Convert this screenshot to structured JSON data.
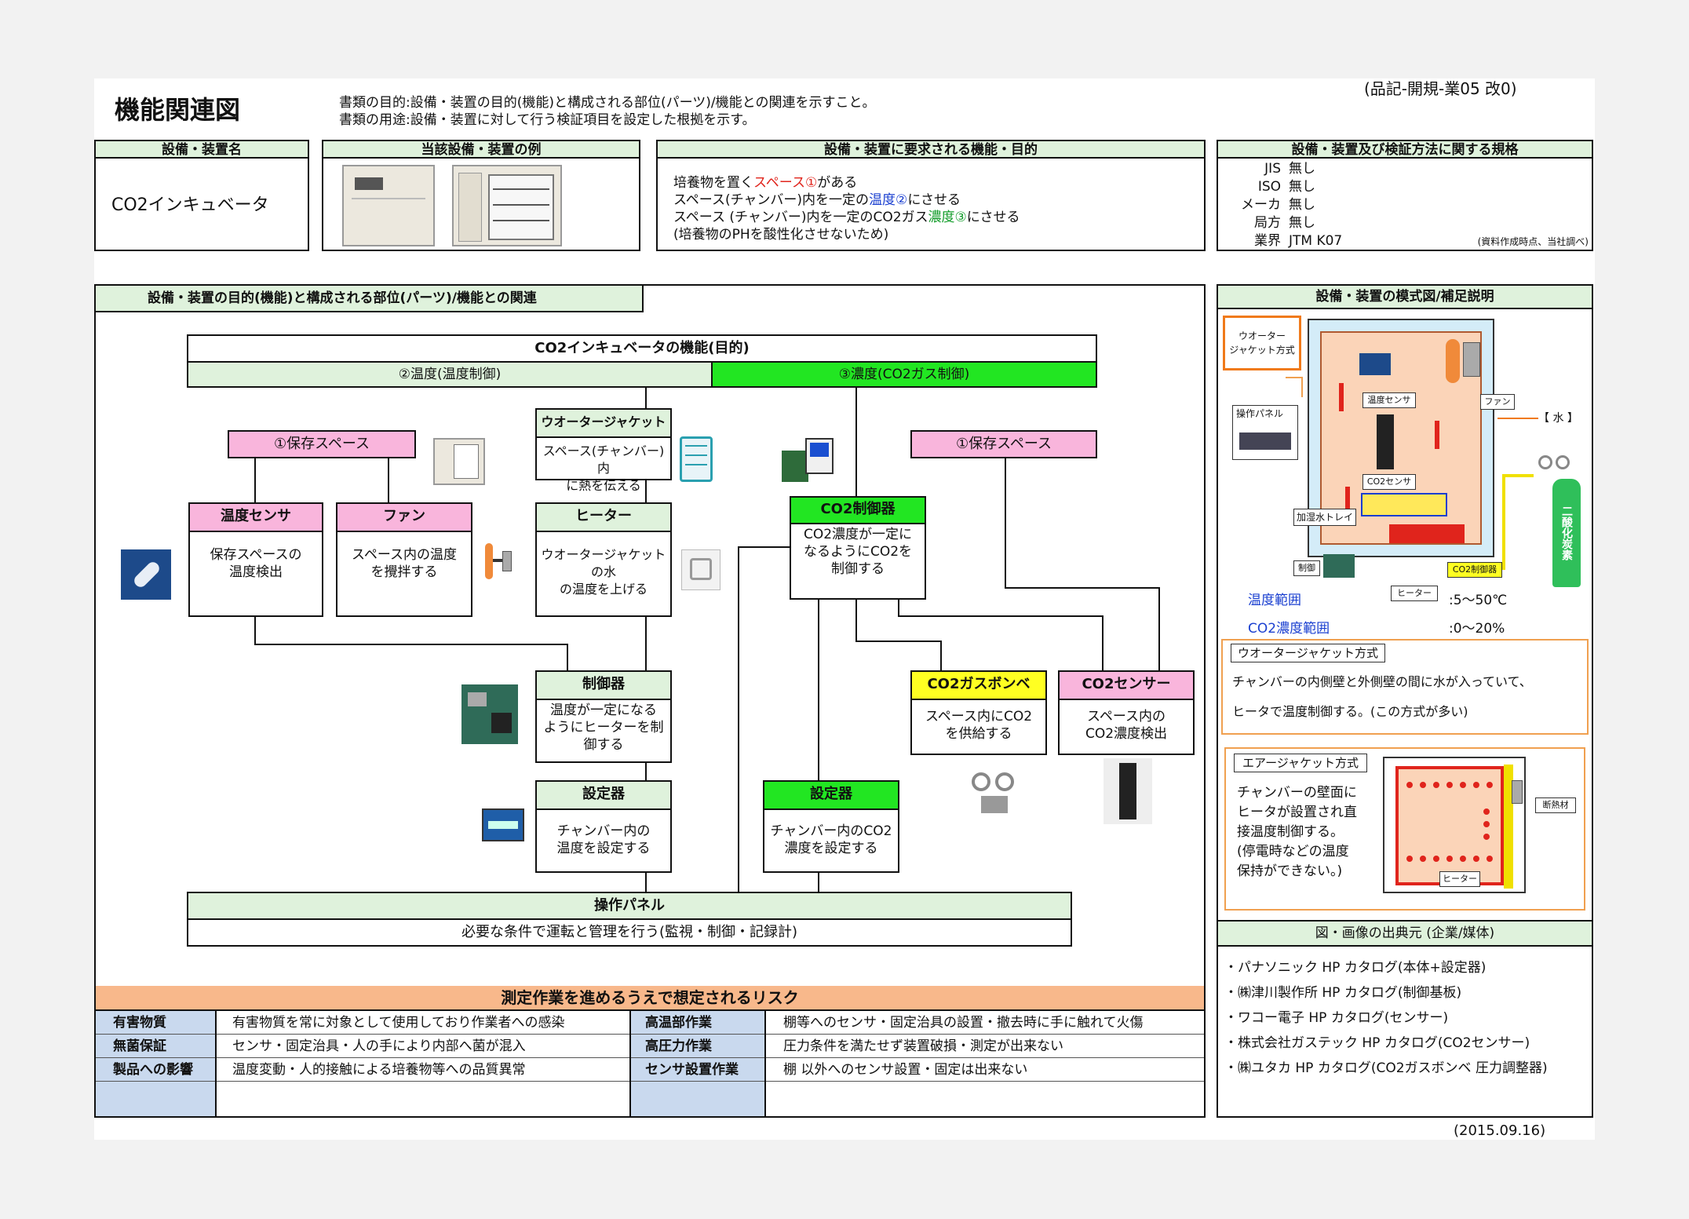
{
  "doc_code": "(品記-開規-業05 改0)",
  "title": "機能関連図",
  "purpose_line1": "書類の目的:設備・装置の目的(機能)と構成される部位(パーツ)/機能との関連を示すこと。",
  "purpose_line2": "書類の用途:設備・装置に対して行う検証項目を設定した根拠を示す。",
  "headers": {
    "equipment_name": "設備・装置名",
    "example": "当該設備・装置の例",
    "required_function": "設備・装置に要求される機能・目的",
    "standards": "設備・装置及び検証方法に関する規格",
    "relation": "設備・装置の目的(機能)と構成される部位(パーツ)/機能との関連",
    "schematic": "設備・装置の模式図/補足説明",
    "source": "図・画像の出典元 (企業/媒体)"
  },
  "equipment_name": "CO2インキュベータ",
  "functions": {
    "l1_a": "培養物を置く",
    "l1_b": "スペース①",
    "l1_c": "がある",
    "l2_a": "スペース(チャンバー)内を一定の",
    "l2_b": "温度②",
    "l2_c": "にさせる",
    "l3_a": "スペース (チャンバー)内を一定のCO2ガス",
    "l3_b": "濃度③",
    "l3_c": "にさせる",
    "l4": "(培養物のPHを酸性化させないため)"
  },
  "standards": [
    {
      "label": "JIS",
      "value": "無し"
    },
    {
      "label": "ISO",
      "value": "無し"
    },
    {
      "label": "メーカ",
      "value": "無し"
    },
    {
      "label": "局方",
      "value": "無し"
    },
    {
      "label": "業界",
      "value": "JTM K07"
    }
  ],
  "standards_note": "(資料作成時点、当社調べ)",
  "diagram": {
    "top_title": "CO2インキュベータの機能(目的)",
    "temp_branch": "②温度(温度制御)",
    "conc_branch": "③濃度(CO2ガス制御)",
    "nodes": {
      "space_left": {
        "head": "①保存スペース"
      },
      "water_jacket": {
        "head": "ウオータージャケット",
        "body": "スペース(チャンバー)内\nに熱を伝える"
      },
      "temp_sensor": {
        "head": "温度センサ",
        "body": "保存スペースの\n温度検出"
      },
      "fan": {
        "head": "ファン",
        "body": "スペース内の温度\nを攪拌する"
      },
      "heater": {
        "head": "ヒーター",
        "body": "ウオータージャケットの水\nの温度を上げる"
      },
      "co2_ctrl": {
        "head": "CO2制御器",
        "body": "CO2濃度が一定に\nなるようにCO2を\n制御する"
      },
      "space_right": {
        "head": "①保存スペース"
      },
      "controller": {
        "head": "制御器",
        "body": "温度が一定になる\nようにヒーターを制\n御する"
      },
      "co2_cylinder": {
        "head": "CO2ガスボンベ",
        "body": "スペース内にCO2\nを供給する"
      },
      "co2_sensor": {
        "head": "CO2センサー",
        "body": "スペース内の\nCO2濃度検出"
      },
      "setter_temp": {
        "head": "設定器",
        "body": "チャンバー内の\n温度を設定する"
      },
      "setter_co2": {
        "head": "設定器",
        "body": "チャンバー内のCO2\n濃度を設定する"
      }
    },
    "panel_head": "操作パネル",
    "panel_body": "必要な条件で運転と管理を行う(監視・制御・記録計)"
  },
  "risk": {
    "title": "測定作業を進めるうえで想定されるリスク",
    "left": [
      {
        "label": "有害物質",
        "text": "有害物質を常に対象として使用しており作業者への感染"
      },
      {
        "label": "無菌保証",
        "text": "センサ・固定治具・人の手により内部へ菌が混入"
      },
      {
        "label": "製品への影響",
        "text": "温度変動・人的接触による培養物等への品質異常"
      }
    ],
    "right": [
      {
        "label": "高温部作業",
        "text": "棚等へのセンサ・固定治具の設置・撤去時に手に触れて火傷"
      },
      {
        "label": "高圧力作業",
        "text": "圧力条件を満たせず装置破損・測定が出来ない"
      },
      {
        "label": "センサ設置作業",
        "text": "棚 以外へのセンサ設置・固定は出来ない"
      }
    ]
  },
  "schematic": {
    "water_method_tag": "ウオーター\nジャケット方式",
    "op_panel": "操作パネル",
    "temp_sensor": "温度センサ",
    "fan": "ファン",
    "water": "【 水 】",
    "co2_sensor": "CO2センサ",
    "humidifier": "加湿水トレイ",
    "control": "制御",
    "heater": "ヒーター",
    "co2_ctrl": "CO2制御器",
    "gas": "二酸化炭素",
    "temp_range_label": "温度範囲",
    "temp_range_value": ":5～50℃",
    "co2_range_label": "CO2濃度範囲",
    "co2_range_value": ":0～20%",
    "water_box_title": "ウオータージャケット方式",
    "water_box_l1": "チャンバーの内側壁と外側壁の間に水が入っていて、",
    "water_box_l2": "ヒータで温度制御する。(この方式が多い)",
    "air_box_title": "エアージャケット方式",
    "air_box_text": "チャンバーの壁面に\nヒータが設置され直\n接温度制御する。\n(停電時などの温度\n保持ができない。)",
    "insulation": "断熱材",
    "air_heater": "ヒーター"
  },
  "sources": [
    "・パナソニック HP カタログ(本体+設定器)",
    "・㈱津川製作所 HP カタログ(制御基板)",
    "・ワコー電子 HP カタログ(センサー)",
    "・株式会社ガステック HP カタログ(CO2センサー)",
    "・㈱ユタカ HP カタログ(CO2ガスボンベ 圧力調整器)"
  ],
  "date": "(2015.09.16)",
  "colors": {
    "pink": "#f9b5dc",
    "green": "#22e622",
    "light_green": "#dff2dc",
    "yellow": "#ffff22",
    "risk_header": "#f8b88b",
    "risk_label": "#c9d9ee"
  }
}
